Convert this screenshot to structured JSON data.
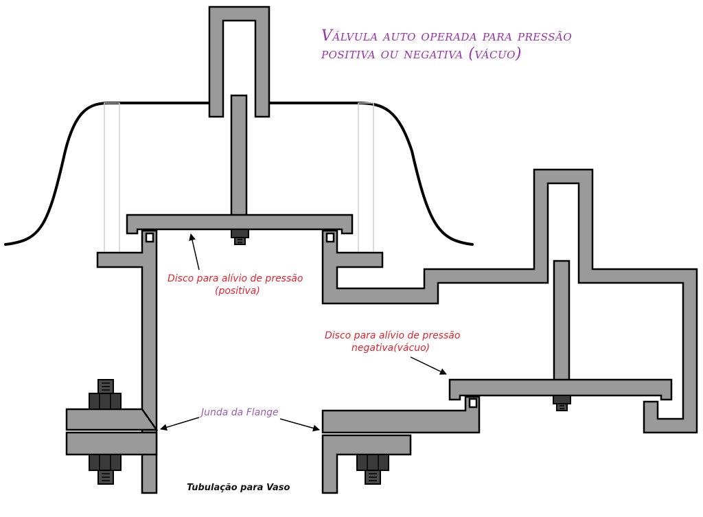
{
  "title_line1": "Válvula auto operada para pressão",
  "title_line2": "positiva ou negativa (vácuo)",
  "labels": {
    "positive_disc_line1": "Disco para alívio de pressão",
    "positive_disc_line2": "(positiva)",
    "negative_disc_line1": "Disco para alívio de pressão",
    "negative_disc_line2": "negativa(vácuo)",
    "flange_joint": "Junda da Flange",
    "pipe_to_vessel": "Tubulação para Vaso"
  },
  "colors": {
    "metal": "#9a9a9a",
    "title": "#9b2fb0",
    "disc_label": "#e8212b",
    "flange_label": "#9b5cb3"
  }
}
